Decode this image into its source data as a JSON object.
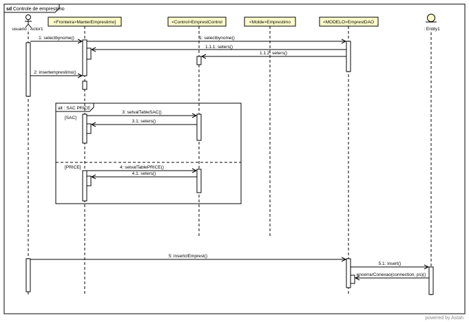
{
  "diagram": {
    "frame_label": "sd",
    "title": "Controle de emprestimo",
    "actor": {
      "label": "usuario : Actor1"
    },
    "lifelines": [
      {
        "id": "fronteira",
        "label": "<Fronteira>ManterEmprestimo]"
      },
      {
        "id": "control",
        "label": "<Control>EmprestControl"
      },
      {
        "id": "molde",
        "label": "<Molde>Emprestimo"
      },
      {
        "id": "modelo",
        "label": "<MODELO>EmprestDAO"
      },
      {
        "id": "entity",
        "label": ": Entity1"
      }
    ],
    "fragment": {
      "label": "alt : SAC PRICE",
      "guards": [
        "[SAC]",
        "[PRICE]"
      ]
    },
    "messages": [
      {
        "id": "m1",
        "label": "1: selectbynome()"
      },
      {
        "id": "m2",
        "label": "1: selectbynome()"
      },
      {
        "id": "m3",
        "label": "1.1.1: seters()"
      },
      {
        "id": "m4",
        "label": "1.1.2: seters()"
      },
      {
        "id": "m5",
        "label": "2: insertemprestimo()"
      },
      {
        "id": "m6",
        "label": "3: setvalTableSAC()"
      },
      {
        "id": "m7",
        "label": "3.1: seters()"
      },
      {
        "id": "m8",
        "label": "4: setvalTablePRICE()"
      },
      {
        "id": "m9",
        "label": "4.1: seters()"
      },
      {
        "id": "m10",
        "label": "5: insertclEmprest()"
      },
      {
        "id": "m11",
        "label": "5.1: insert()"
      },
      {
        "id": "m12",
        "label": "encerrarConexao(connection, ps)()"
      }
    ],
    "footer": "powered by Astah"
  },
  "colors": {
    "lifeline_box": "#ffffcc",
    "line": "#000000",
    "footer_text": "#8a8a8a"
  }
}
